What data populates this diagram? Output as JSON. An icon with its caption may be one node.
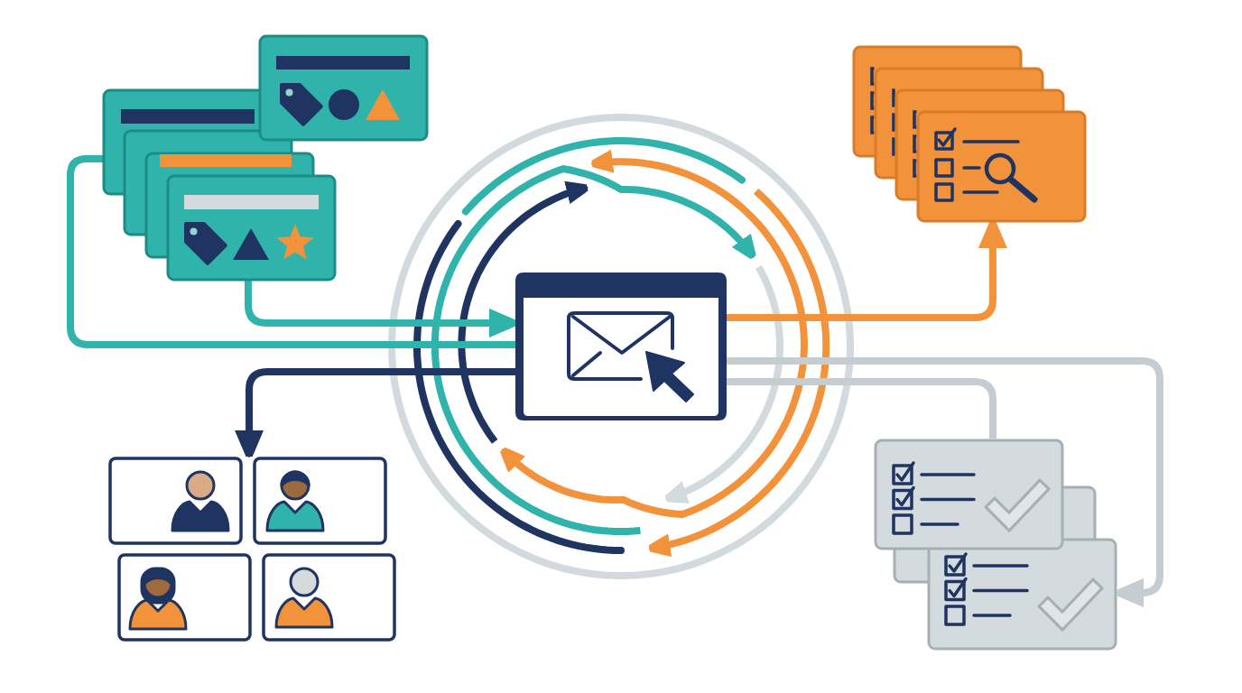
{
  "diagram": {
    "nodes": [
      {
        "text": [],
        "shape": "picture"
      },
      {
        "text": [],
        "shape": "picture"
      },
      {
        "text": [],
        "shape": "picture"
      },
      {
        "text": [],
        "shape": "picture"
      },
      {
        "text": [],
        "shape": "picture"
      }
    ],
    "edges": [
      {
        "from": 0,
        "to": 2,
        "arrow": "none",
        "color": "#2fb3aa"
      },
      {
        "from": 0,
        "to": 2,
        "arrow": "to",
        "color": "#2fb3aa"
      },
      {
        "from": 2,
        "to": 1,
        "arrow": "to",
        "color": "#f2923a"
      },
      {
        "from": 2,
        "to": 3,
        "arrow": "to",
        "color": "#1f3461"
      },
      {
        "from": 2,
        "to": 4,
        "arrow": "to",
        "color": "#c5cdd1"
      },
      {
        "from": 2,
        "to": 4,
        "arrow": "none",
        "color": "#c5cdd1"
      }
    ]
  }
}
